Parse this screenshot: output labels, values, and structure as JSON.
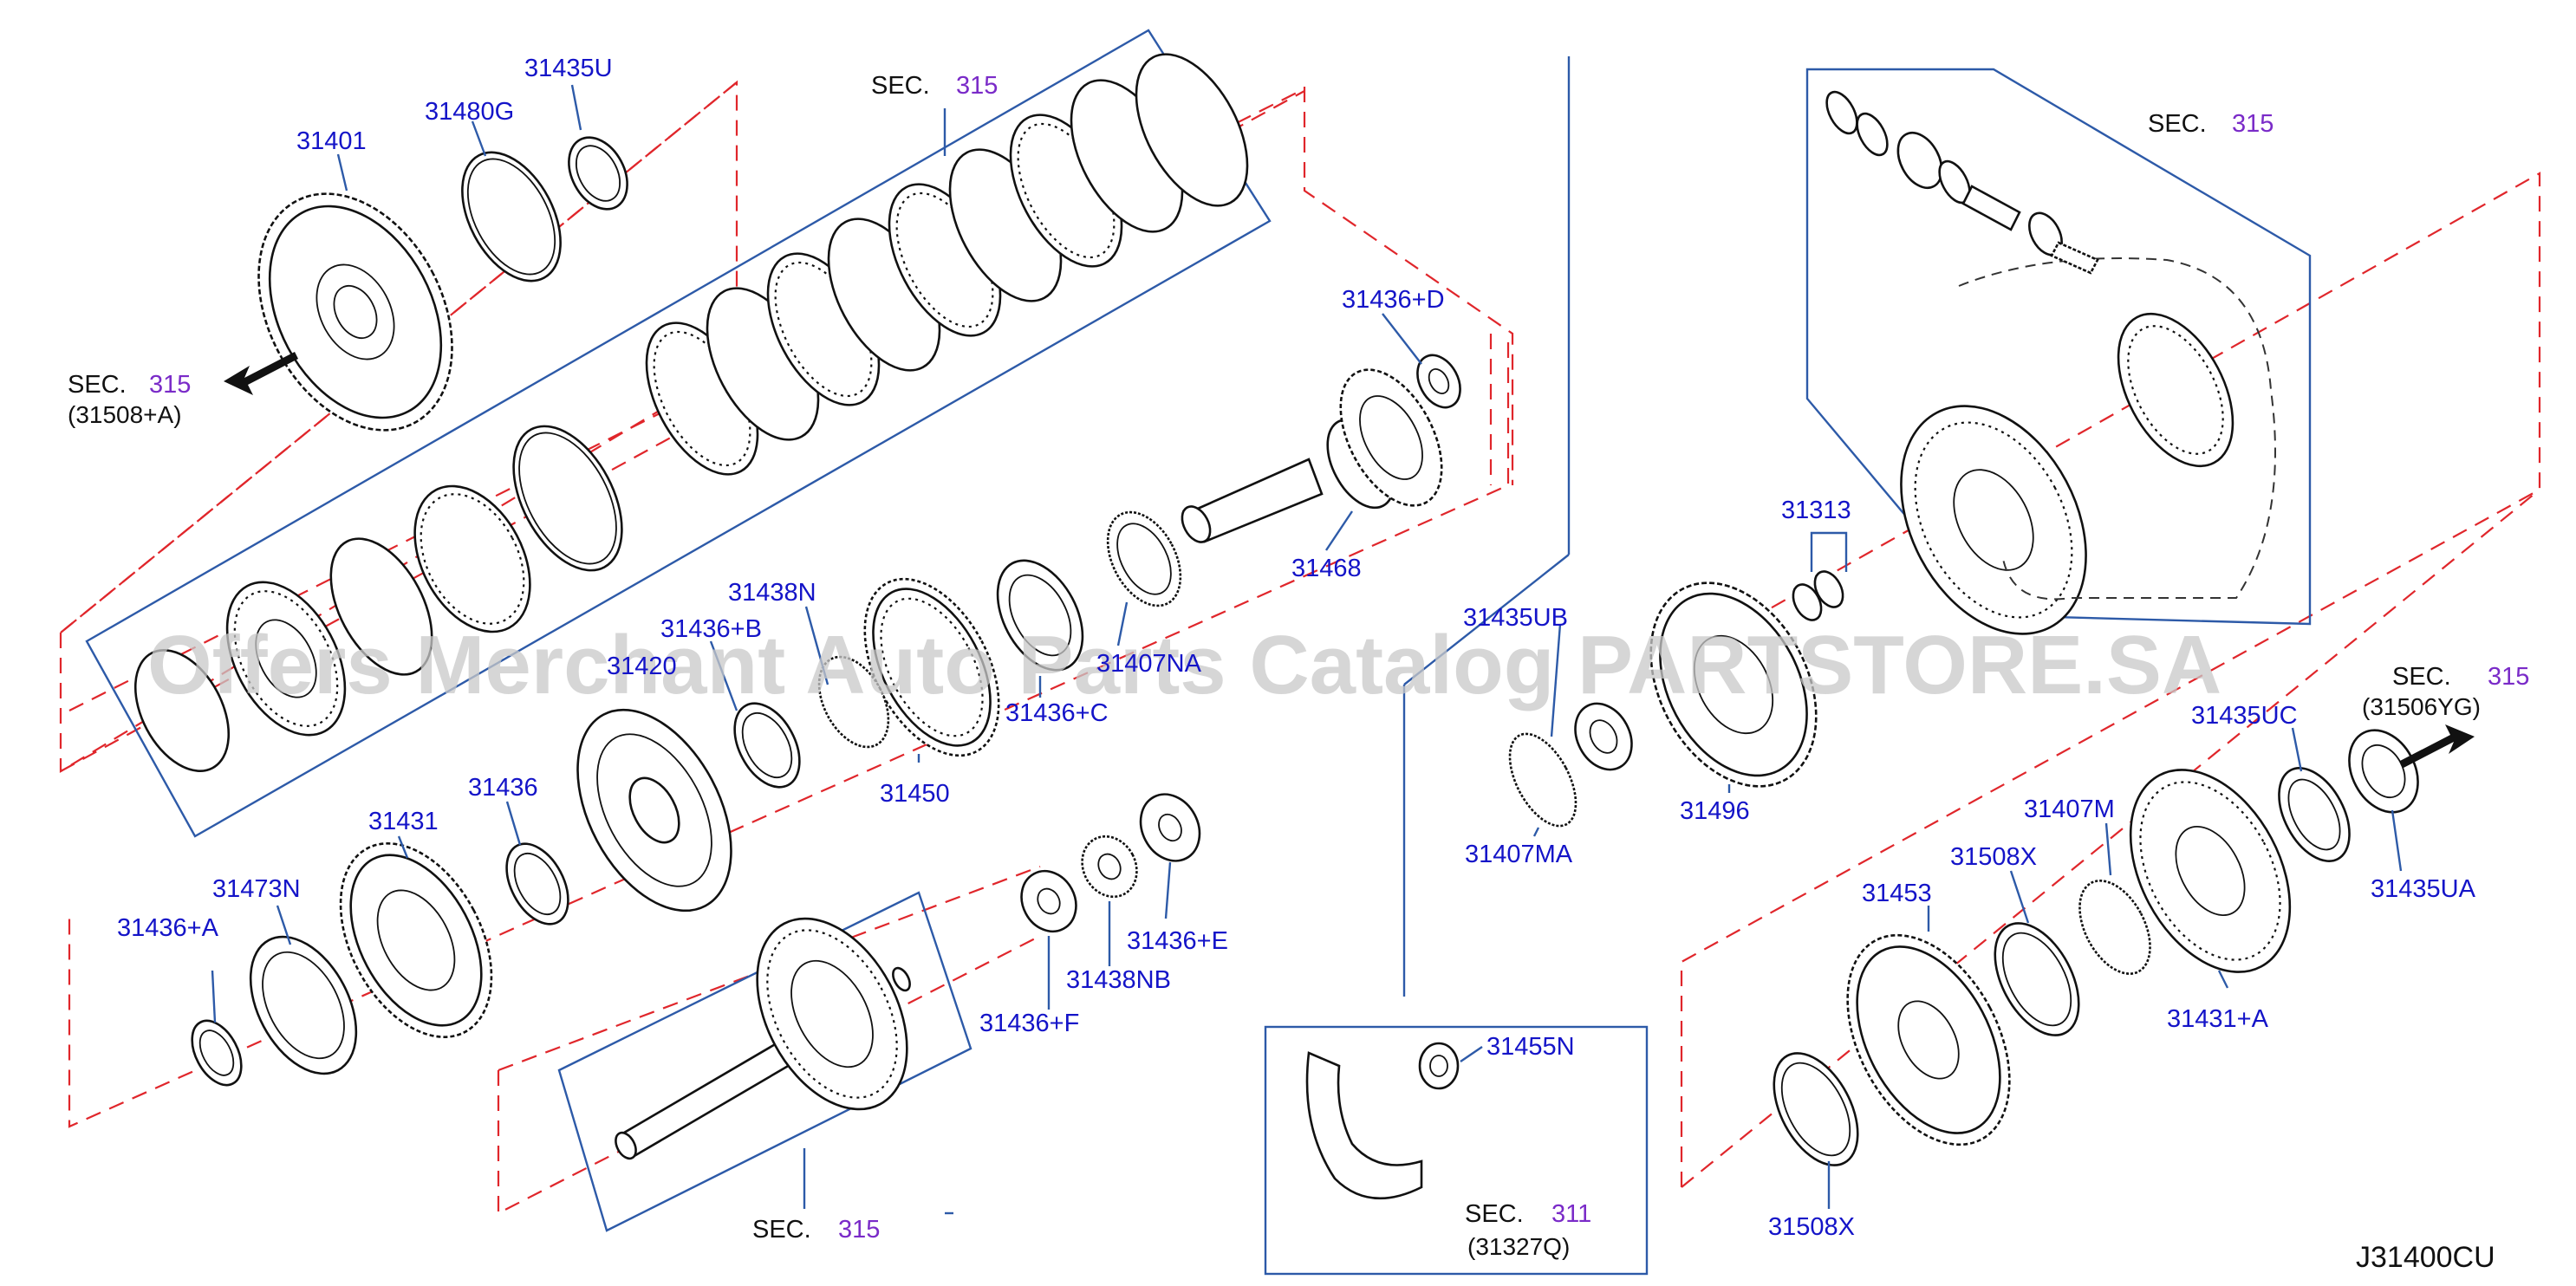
{
  "diagram": {
    "code": "J31400CU",
    "watermark": "Offers Merchant Auto Parts Catalog PARTSTORE.SA",
    "parts": {
      "p31401": "31401",
      "p31480G": "31480G",
      "p31435U": "31435U",
      "p31436D": "31436+D",
      "p31468": "31468",
      "p31438N": "31438N",
      "p31436B": "31436+B",
      "p31420": "31420",
      "p31407NA": "31407NA",
      "p31436C": "31436+C",
      "p31450": "31450",
      "p31436": "31436",
      "p31431": "31431",
      "p31473N": "31473N",
      "p31436A": "31436+A",
      "p31436E": "31436+E",
      "p31438NB": "31438NB",
      "p31436F": "31436+F",
      "p31455N": "31455N",
      "p31313": "31313",
      "p31435UB": "31435UB",
      "p31407MA": "31407MA",
      "p31496": "31496",
      "p31435UC": "31435UC",
      "p31407M": "31407M",
      "p31508X_top": "31508X",
      "p31453": "31453",
      "p31431A": "31431+A",
      "p31435UA": "31435UA",
      "p31508X_bottom": "31508X"
    },
    "sections": {
      "sec_left": {
        "label": "SEC.",
        "number": "315",
        "ref": "(31508+A)"
      },
      "sec_top": {
        "label": "SEC.",
        "number": "315"
      },
      "sec_right_top": {
        "label": "SEC.",
        "number": "315"
      },
      "sec_right": {
        "label": "SEC.",
        "number": "315",
        "ref": "(31506YG)"
      },
      "sec_bottom": {
        "label": "SEC.",
        "number": "315"
      },
      "sec_bracket": {
        "label": "SEC.",
        "number": "311",
        "ref": "(31327Q)"
      }
    }
  }
}
